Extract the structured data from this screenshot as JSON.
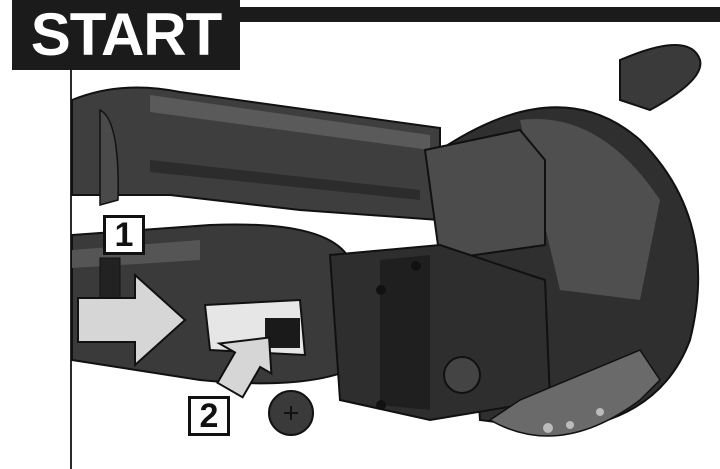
{
  "page": {
    "title": "START"
  },
  "steps": {
    "step1": "1",
    "step2": "2"
  },
  "colors": {
    "title_background": "#1b1b1b",
    "title_text": "#ffffff",
    "tool_body": "#3a3a3a",
    "arrow_fill": "#d6d6d6"
  }
}
